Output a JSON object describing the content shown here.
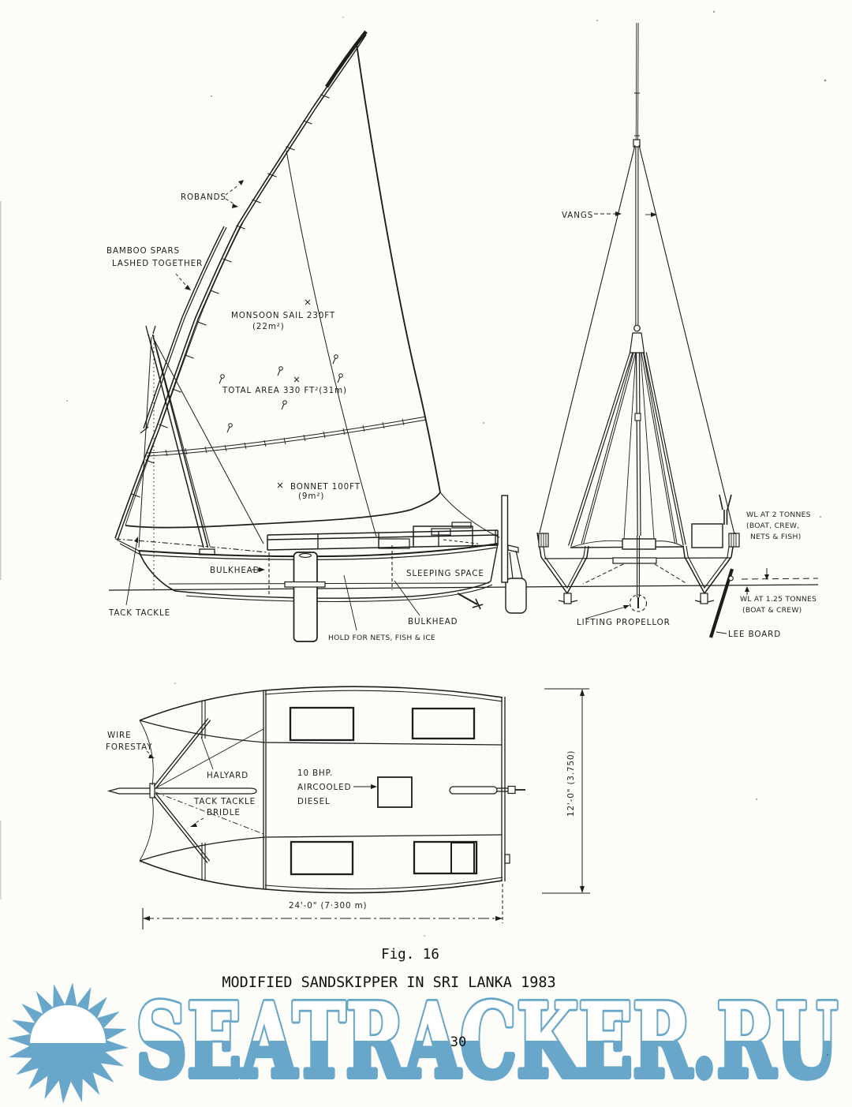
{
  "colors": {
    "paper": "#fcfcf9",
    "ink": "#1d1d1d",
    "watermark_blue": "#68a7c9"
  },
  "caption": {
    "fig": "Fig. 16",
    "title": "MODIFIED SANDSKIPPER IN SRI LANKA 1983",
    "page_number": "30"
  },
  "watermark": {
    "text": "SEATRACKER.RU",
    "logo": "half-sun with rays"
  },
  "side_view": {
    "labels": {
      "robands": "ROBANDS",
      "bamboo_1": "BAMBOO SPARS",
      "bamboo_2": "LASHED TOGETHER",
      "monsoon_1": "MONSOON SAIL 230FT",
      "monsoon_2": "(22m²)",
      "total_area": "TOTAL AREA 330 FT²(31m)",
      "bonnet_1": "BONNET 100FT",
      "bonnet_2": "(9m²)",
      "bulkhead_fore": "BULKHEAD",
      "sleeping_space": "SLEEPING SPACE",
      "tack_tackle": "TACK TACKLE",
      "bulkhead_aft": "BULKHEAD",
      "hold": "HOLD FOR NETS, FISH & ICE"
    }
  },
  "front_view": {
    "labels": {
      "vangs": "VANGS",
      "wl2_1": "WL AT 2 TONNES",
      "wl2_2": "(BOAT, CREW,",
      "wl2_3": "NETS & FISH)",
      "wl125_1": "WL AT 1.25 TONNES",
      "wl125_2": "(BOAT & CREW)",
      "lifting_propellor": "LIFTING PROPELLOR",
      "lee_board": "LEE BOARD"
    }
  },
  "plan_view": {
    "labels": {
      "wire_1": "WIRE",
      "wire_2": "FORESTAY",
      "halyard": "HALYARD",
      "tack_1": "TACK TACKLE",
      "tack_2": "BRIDLE",
      "engine_1": "10 BHP.",
      "engine_2": "AIRCOOLED",
      "engine_3": "DIESEL",
      "dim_length": "24'-0\" (7·300 m)",
      "dim_beam": "12'-0\" (3.750)"
    }
  }
}
